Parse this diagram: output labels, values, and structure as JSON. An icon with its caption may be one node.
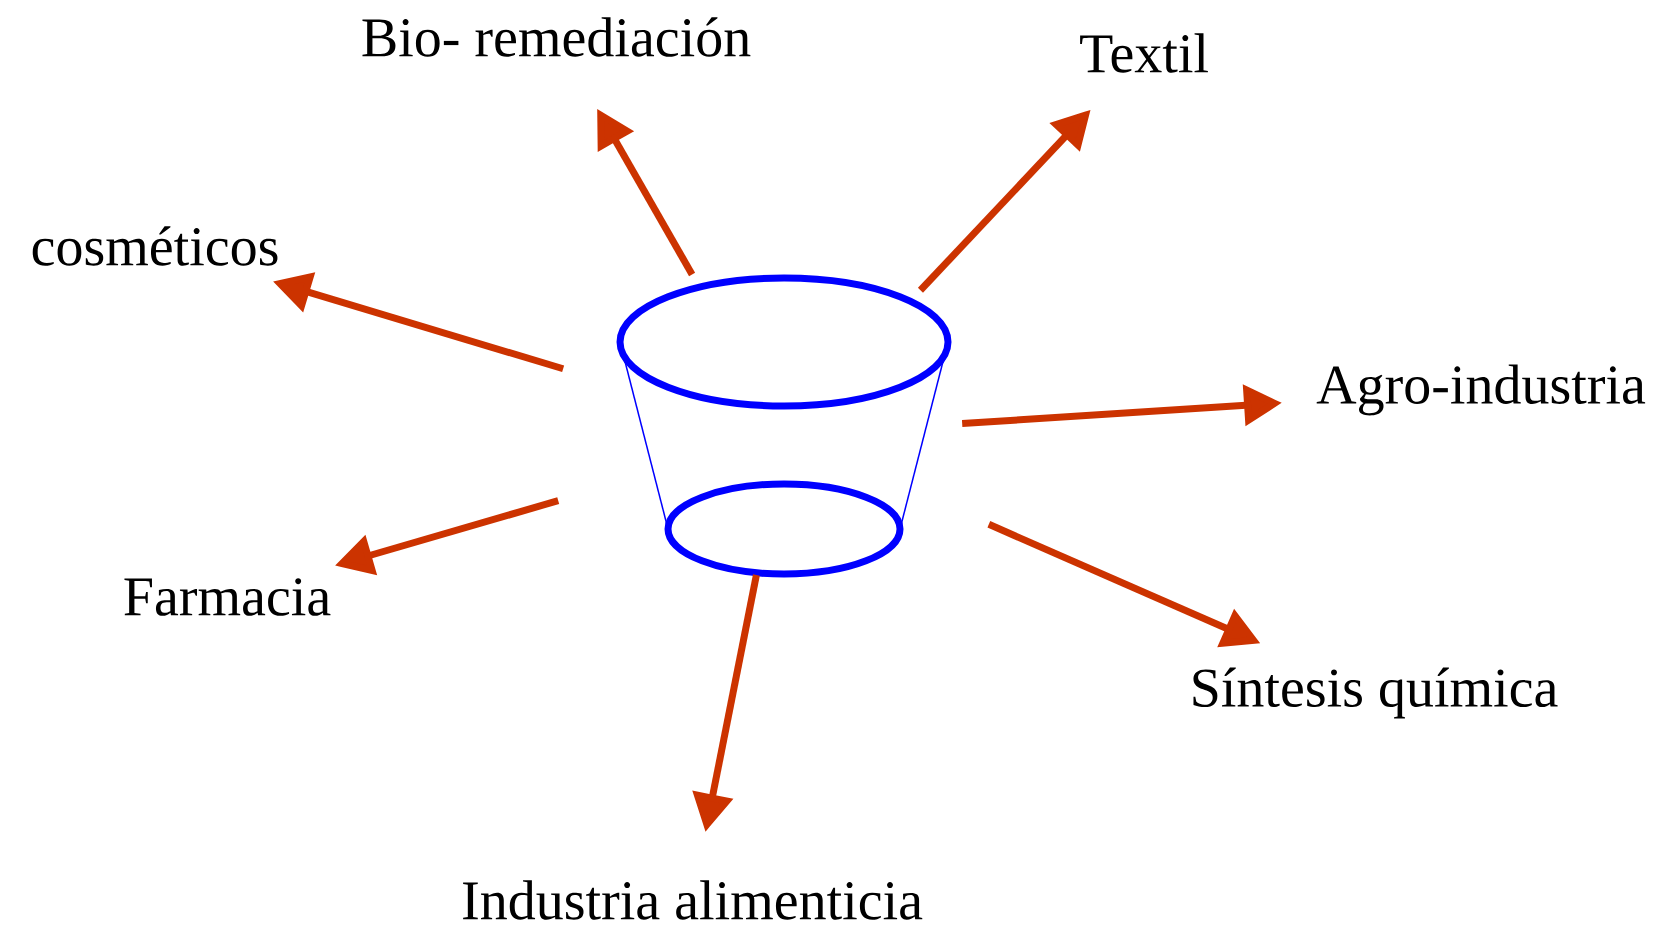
{
  "diagram": {
    "nodes": [
      {
        "text": [],
        "shape": "cylinder"
      },
      {
        "text": [
          "Bio- remediación"
        ]
      },
      {
        "text": [
          "Textil"
        ]
      },
      {
        "text": [
          "cosméticos"
        ]
      },
      {
        "text": [
          "Agro-industria"
        ]
      },
      {
        "text": [
          "Farmacia"
        ]
      },
      {
        "text": [
          "Síntesis química"
        ]
      },
      {
        "text": [
          "Industria alimenticia"
        ]
      }
    ],
    "edges": [
      {
        "from": 0,
        "to": 1,
        "arrow": "to"
      },
      {
        "from": 0,
        "to": 2,
        "arrow": "to"
      },
      {
        "from": 0,
        "to": 3,
        "arrow": "to"
      },
      {
        "from": 0,
        "to": 4,
        "arrow": "to"
      },
      {
        "from": 0,
        "to": 5,
        "arrow": "to"
      },
      {
        "from": 0,
        "to": 6,
        "arrow": "to"
      },
      {
        "from": 0,
        "to": 7,
        "arrow": "to"
      }
    ]
  }
}
